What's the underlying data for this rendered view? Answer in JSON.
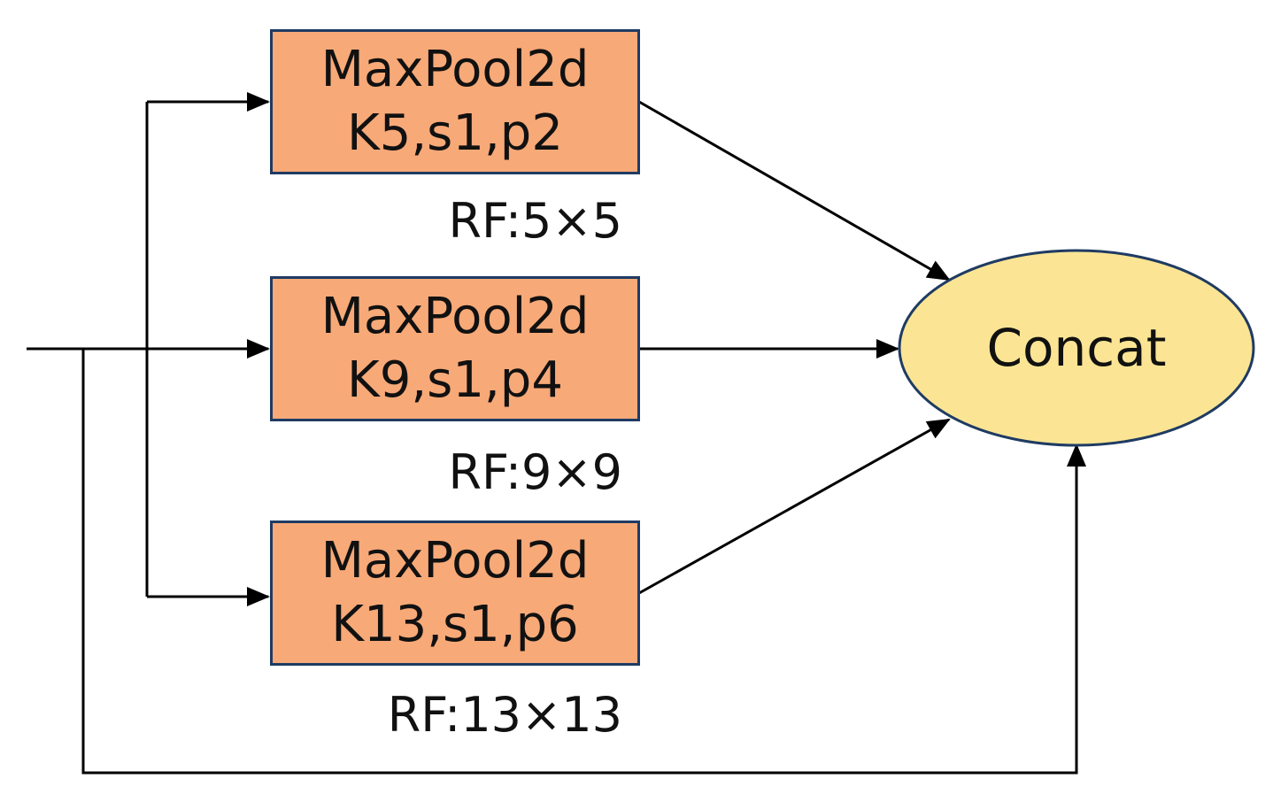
{
  "colors": {
    "box_fill": "#f7a978",
    "box_border": "#1f3b63",
    "concat_fill": "#fbe594",
    "concat_border": "#1f3b63",
    "line": "#000000"
  },
  "branches": [
    {
      "op": "MaxPool2d",
      "params": "K5,s1,p2",
      "rf": "RF:5×5"
    },
    {
      "op": "MaxPool2d",
      "params": "K9,s1,p4",
      "rf": "RF:9×9"
    },
    {
      "op": "MaxPool2d",
      "params": "K13,s1,p6",
      "rf": "RF:13×13"
    }
  ],
  "concat": {
    "label": "Concat"
  }
}
